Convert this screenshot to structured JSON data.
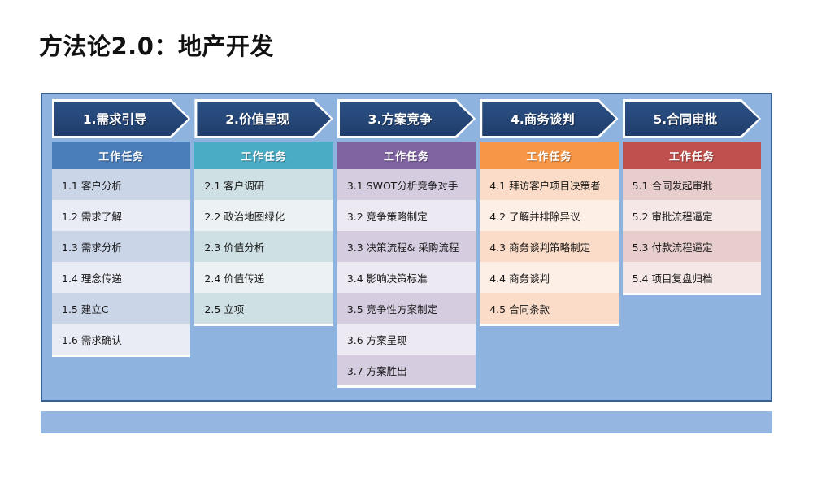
{
  "title": "方法论2.0：地产开发",
  "colors": {
    "board_bg": "#8FB3DF",
    "board_border": "#3A5F92",
    "footer_bg": "#95B6E0",
    "chevron": "#1F3D6B"
  },
  "columns": [
    {
      "chevron_label": "1.需求引导",
      "task_header": "工作任务",
      "header_color": "#4A7EBB",
      "row_color_a": "#CBD5E8",
      "row_color_b": "#E9ECF5",
      "items": [
        "1.1 客户分析",
        "1.2 需求了解",
        "1.3 需求分析",
        "1.4 理念传递",
        "1.5  建立C",
        "1.6 需求确认"
      ]
    },
    {
      "chevron_label": "2.价值呈现",
      "task_header": "工作任务",
      "header_color": "#4BACC6",
      "row_color_a": "#CFE0E4",
      "row_color_b": "#ECF1F3",
      "items": [
        "2.1 客户调研",
        "2.2 政治地图绿化",
        "2.3 价值分析",
        "2.4 价值传递",
        "2.5 立项"
      ]
    },
    {
      "chevron_label": "3.方案竞争",
      "task_header": "工作任务",
      "header_color": "#8064A2",
      "row_color_a": "#D5CCE0",
      "row_color_b": "#EDE9F2",
      "items": [
        "3.1 SWOT分析竞争对手",
        "3.2 竞争策略制定",
        "3.3 决策流程& 采购流程",
        "3.4 影响决策标准",
        "3.5 竞争性方案制定",
        "3.6 方案呈现",
        "3.7 方案胜出"
      ]
    },
    {
      "chevron_label": "4.商务谈判",
      "task_header": "工作任务",
      "header_color": "#F79646",
      "row_color_a": "#FBDCC8",
      "row_color_b": "#FDEFE6",
      "items": [
        "4.1 拜访客户项目决策者",
        "4.2 了解并排除异议",
        "4.3 商务谈判策略制定",
        "4.4 商务谈判",
        "4.5 合同条款"
      ]
    },
    {
      "chevron_label": "5.合同审批",
      "task_header": "工作任务",
      "header_color": "#C0504D",
      "row_color_a": "#E7CDCC",
      "row_color_b": "#F4E7E6",
      "items": [
        "5.1 合同发起审批",
        "5.2 审批流程逼定",
        "5.3 付款流程逼定",
        "5.4 项目复盘归档"
      ]
    }
  ]
}
